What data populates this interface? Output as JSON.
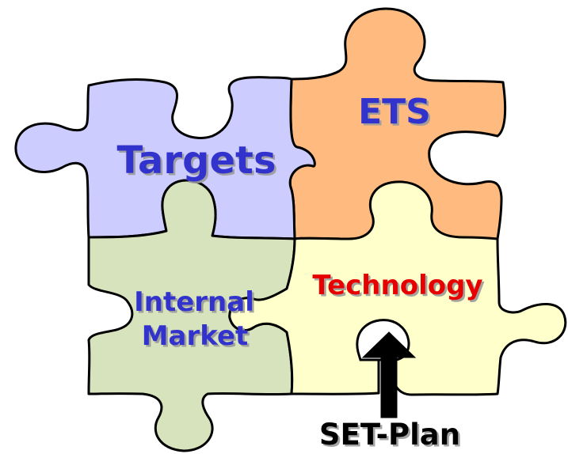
{
  "pieces": {
    "targets": {
      "label": "Targets",
      "fill": "#ccccff",
      "text_color": "#3333cc"
    },
    "ets": {
      "label": "ETS",
      "fill": "#ffbb7f",
      "text_color": "#3333cc"
    },
    "internal_market": {
      "label_line1": "Internal",
      "label_line2": "Market",
      "fill": "#d6e3bc",
      "text_color": "#3333cc"
    },
    "technology": {
      "label": "Technology",
      "fill": "#ffffcc",
      "text_color": "#e60000"
    }
  },
  "arrow": {
    "label": "SET-Plan",
    "color": "#000000"
  }
}
